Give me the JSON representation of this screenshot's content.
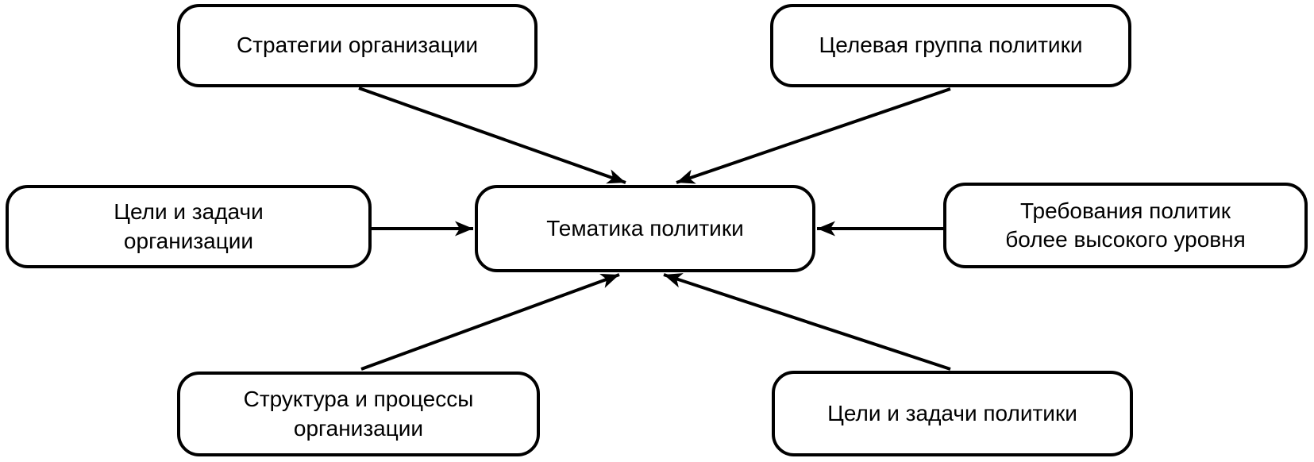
{
  "diagram": {
    "description": "Factors feeding into policy topic definition",
    "language": "ru",
    "center_node_id": "policy-topic",
    "nodes": [
      {
        "id": "organization-strategies",
        "label": "Стратегии организации",
        "position": "top-left"
      },
      {
        "id": "policy-target-group",
        "label": "Целевая группа политики",
        "position": "top-right"
      },
      {
        "id": "organization-goals",
        "label": "Цели и задачи\nорганизации",
        "position": "middle-left"
      },
      {
        "id": "policy-topic",
        "label": "Тематика политики",
        "position": "center"
      },
      {
        "id": "higher-level-policy-requirements",
        "label": "Требования политик\nболее высокого уровня",
        "position": "middle-right"
      },
      {
        "id": "organization-structure-processes",
        "label": "Структура и процессы\nорганизации",
        "position": "bottom-left"
      },
      {
        "id": "policy-goals",
        "label": "Цели и задачи политики",
        "position": "bottom-right"
      }
    ],
    "edges": [
      {
        "from": "organization-strategies",
        "to": "policy-topic"
      },
      {
        "from": "policy-target-group",
        "to": "policy-topic"
      },
      {
        "from": "organization-goals",
        "to": "policy-topic"
      },
      {
        "from": "higher-level-policy-requirements",
        "to": "policy-topic"
      },
      {
        "from": "organization-structure-processes",
        "to": "policy-topic"
      },
      {
        "from": "policy-goals",
        "to": "policy-topic"
      }
    ],
    "colors": {
      "stroke": "#000000",
      "node_fill": "#ffffff",
      "background": "#ffffff",
      "text": "#000000"
    }
  }
}
